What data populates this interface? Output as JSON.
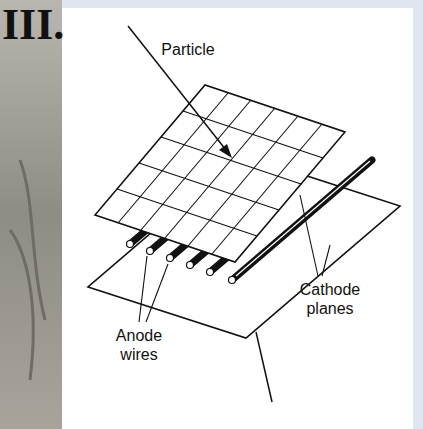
{
  "diagram": {
    "labels": [
      "III.",
      "Particle",
      "Anode wires",
      "Cathode planes"
    ]
  }
}
